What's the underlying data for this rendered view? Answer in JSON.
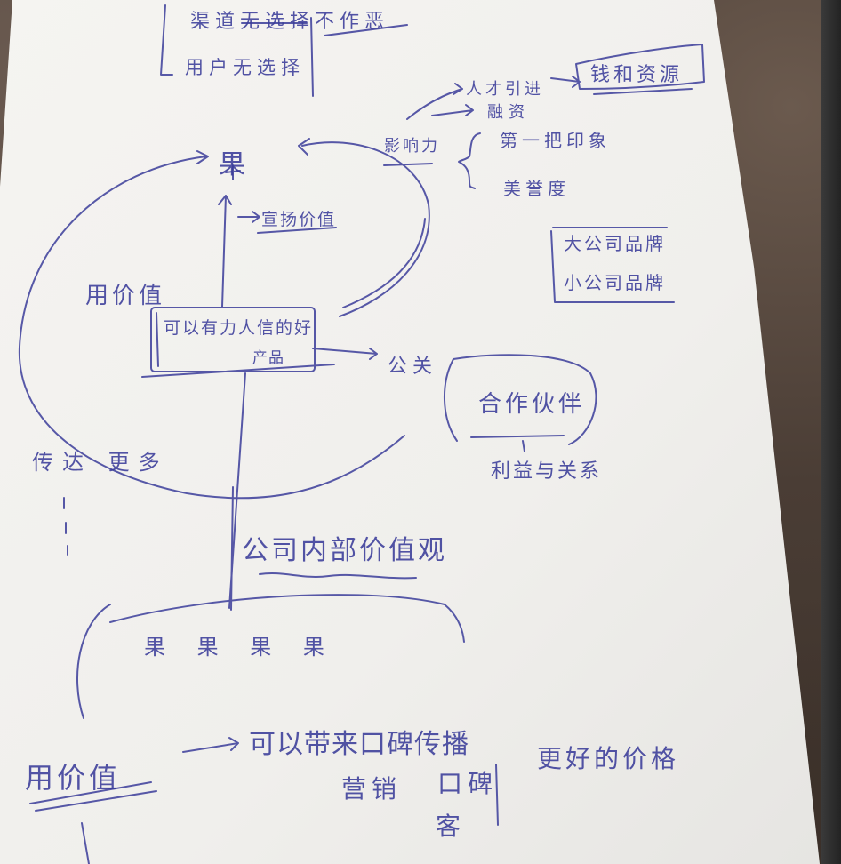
{
  "scene": {
    "subject": "handwritten-mind-map-on-paper",
    "ink_color": "#3b3d9a",
    "paper_color": "#f3f2ef",
    "background_color": "#3f342d"
  },
  "notes": {
    "top_line_1": "渠道无选择不作恶",
    "top_line_2": "用户无选择",
    "talent": "人才引进",
    "financing": "融资",
    "money_resources": "钱和资源",
    "influence": "影响力",
    "first_impression": "第一把印象",
    "reputation": "美誉度",
    "result": "果",
    "spread_value": "宣扬价值",
    "big_brands": "大公司品牌",
    "small_brands": "小公司品牌",
    "use_value_1": "用价值",
    "center_box": "可以有力人信的好",
    "center_box_tail": "产品",
    "pr": "公关",
    "partners": "合作伙伴",
    "profit_share": "利益与关系",
    "left_vertical": "传达 更多",
    "company_value": "公司内部价值观",
    "fruits": "果 果 果 果",
    "use_value_2": "用价值",
    "arrow_text": "可以带来口碑传播",
    "marketing": "营销",
    "word_of_mouth": "口碑",
    "better_price": "更好的价格",
    "bottom_char": "客"
  }
}
